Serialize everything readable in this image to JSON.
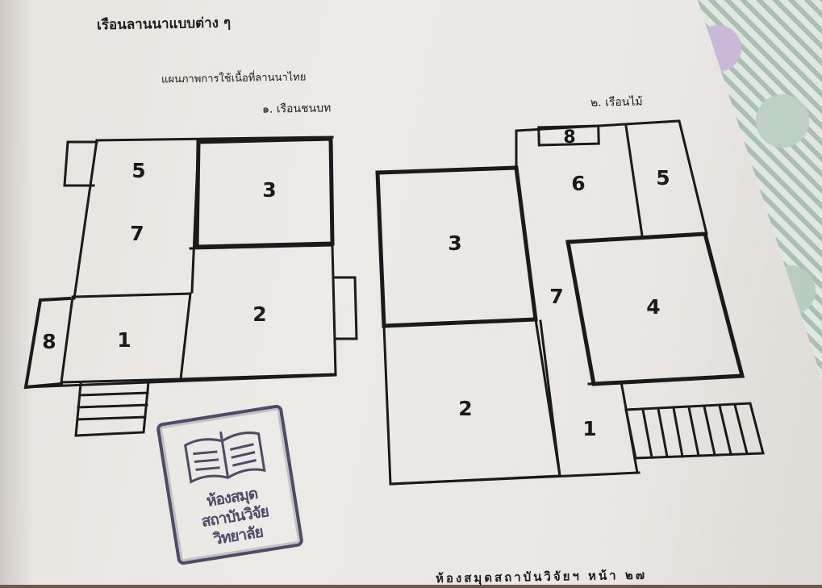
{
  "page": {
    "heading": "เรือนลานนาแบบต่าง ๆ",
    "subtitle": "แผนภาพการใช้เนื้อที่ลานนาไทย",
    "footer": "ห้องสมุดสถาบันวิจัยฯ หน้า ๒๗"
  },
  "plan_rural": {
    "caption": "๑. เรือนชนบท",
    "rooms": [
      {
        "id": "rural-room-5",
        "label": "5"
      },
      {
        "id": "rural-room-7",
        "label": "7"
      },
      {
        "id": "rural-room-3",
        "label": "3"
      },
      {
        "id": "rural-room-2",
        "label": "2"
      },
      {
        "id": "rural-room-1",
        "label": "1"
      },
      {
        "id": "rural-room-8",
        "label": "8"
      }
    ]
  },
  "plan_wood": {
    "caption": "๒. เรือนไม้",
    "rooms": [
      {
        "id": "wood-room-8",
        "label": "8"
      },
      {
        "id": "wood-room-6",
        "label": "6"
      },
      {
        "id": "wood-room-5",
        "label": "5"
      },
      {
        "id": "wood-room-3",
        "label": "3"
      },
      {
        "id": "wood-room-7",
        "label": "7"
      },
      {
        "id": "wood-room-4",
        "label": "4"
      },
      {
        "id": "wood-room-2",
        "label": "2"
      },
      {
        "id": "wood-room-1",
        "label": "1"
      }
    ]
  },
  "stamp": {
    "line1": "ห้องสมุด",
    "line2": "สถาบันวิจัย",
    "line3": "วิทยาลัย"
  },
  "colors": {
    "ink": "#1a1a1a",
    "paper": "#e9e6e3",
    "stamp": "#4e4a6a"
  }
}
